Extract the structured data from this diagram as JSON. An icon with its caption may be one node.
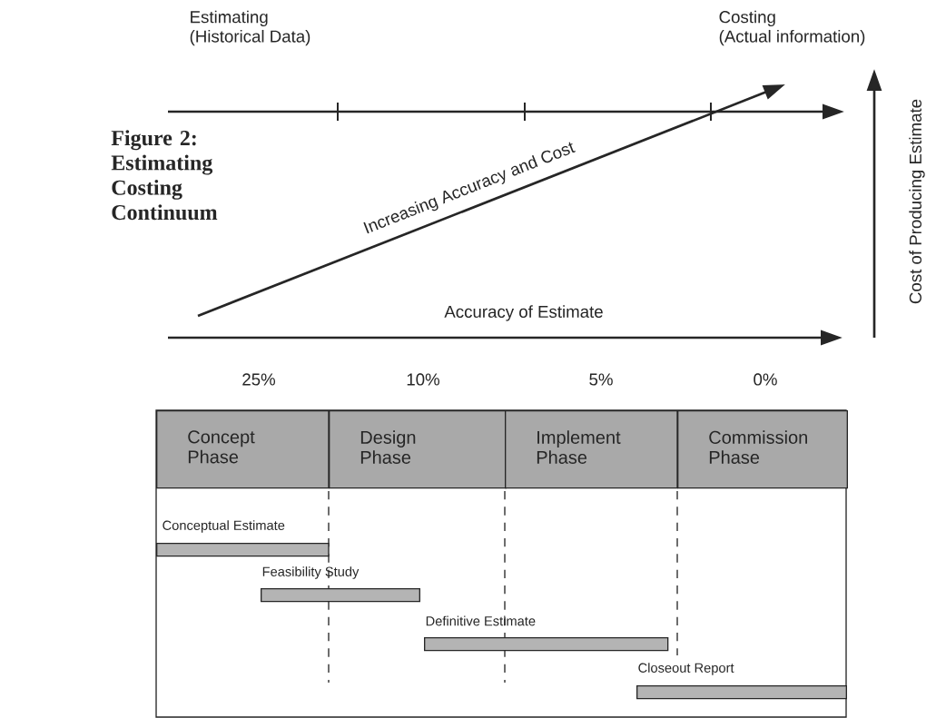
{
  "diagram": {
    "title": "Figure 2: Estimating Costing Continuum",
    "nodes": [
      {
        "text": [
          "Concept Phase"
        ]
      },
      {
        "text": [
          "Design Phase"
        ]
      },
      {
        "text": [
          "Implement Phase"
        ]
      },
      {
        "text": [
          "Commission Phase"
        ]
      },
      {
        "text": [
          "Conceptual Estimate"
        ]
      },
      {
        "text": [
          "Feasibility Study"
        ]
      },
      {
        "text": [
          "Definitive Estimate"
        ]
      },
      {
        "text": [
          "Closeout Report"
        ]
      }
    ],
    "labels": [
      "Estimating (Historical Data)",
      "Costing (Actual information)",
      "Cost of Producing Estimate",
      "Increasing Accuracy and Cost",
      "Accuracy of Estimate",
      "25%",
      "10%",
      "5%",
      "0%"
    ]
  }
}
